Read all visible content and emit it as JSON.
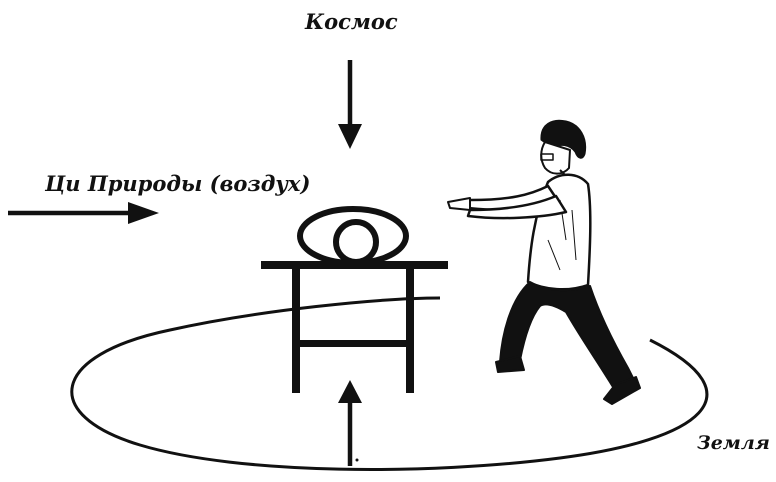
{
  "labels": {
    "cosmos": "Космос",
    "nature_qi": "Ци Природы (воздух)",
    "earth": "Земля"
  },
  "colors": {
    "ink": "#111111",
    "background": "#ffffff"
  }
}
